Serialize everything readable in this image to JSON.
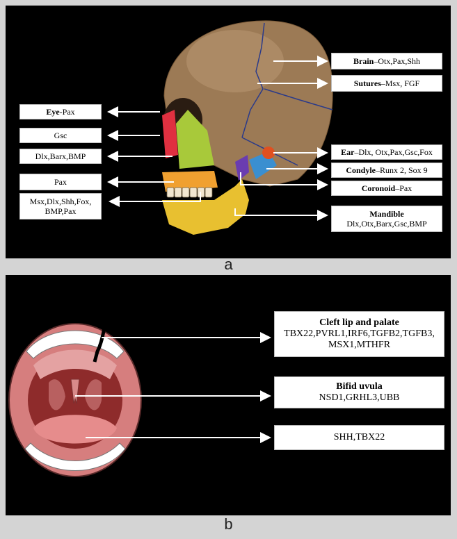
{
  "panel_a": {
    "caption": "a",
    "labels": {
      "eye": {
        "term": "Eye",
        "sep": " -",
        "genes": "Pax"
      },
      "gsc": {
        "genes": "Gsc"
      },
      "dlx": {
        "genes": "Dlx,Barx,BMP"
      },
      "pax": {
        "genes": "Pax"
      },
      "msx": {
        "genes_line1": "Msx,Dlx,Shh,Fox,",
        "genes_line2": "BMP,Pax"
      },
      "brain": {
        "term": "Brain",
        "sep": " – ",
        "genes": "Otx,Pax,Shh"
      },
      "sutures": {
        "term": "Sutures",
        "sep": " – ",
        "genes": "Msx, FGF"
      },
      "ear": {
        "term": "Ear",
        "sep": " – ",
        "genes": "Dlx, Otx,Pax,Gsc,Fox"
      },
      "condyle": {
        "term": "Condyle",
        "sep": " – ",
        "genes": "Runx 2, Sox 9"
      },
      "coronoid": {
        "term": "Coronoid",
        "sep": " – ",
        "genes": "Pax"
      },
      "mandible": {
        "term": "Mandible",
        "genes": "Dlx,Otx,Barx,Gsc,BMP"
      }
    }
  },
  "panel_b": {
    "caption": "b",
    "labels": {
      "cleft": {
        "term": "Cleft lip and palate",
        "genes_line1": "TBX22,PVRL1,IRF6,TGFB2,TGFB3,",
        "genes_line2": "MSX1,MTHFR"
      },
      "bifid": {
        "term": "Bifid uvula",
        "genes": "NSD1,GRHL3,UBB"
      },
      "shh": {
        "genes": "SHH,TBX22"
      }
    }
  },
  "colors": {
    "panel_bg": "#000000",
    "page_bg": "#d4d4d4",
    "skull": "#9c7a55",
    "eye_region": "#e03040",
    "dlx_region": "#a8c93a",
    "pax_region": "#f0a030",
    "mandible_region": "#e8c030",
    "ear_region": "#e05020",
    "condyle_region": "#3a8fd0",
    "coronoid_region": "#6a3cb0",
    "suture_lines": "#2a3a8a",
    "lips": "#d67e7e"
  }
}
